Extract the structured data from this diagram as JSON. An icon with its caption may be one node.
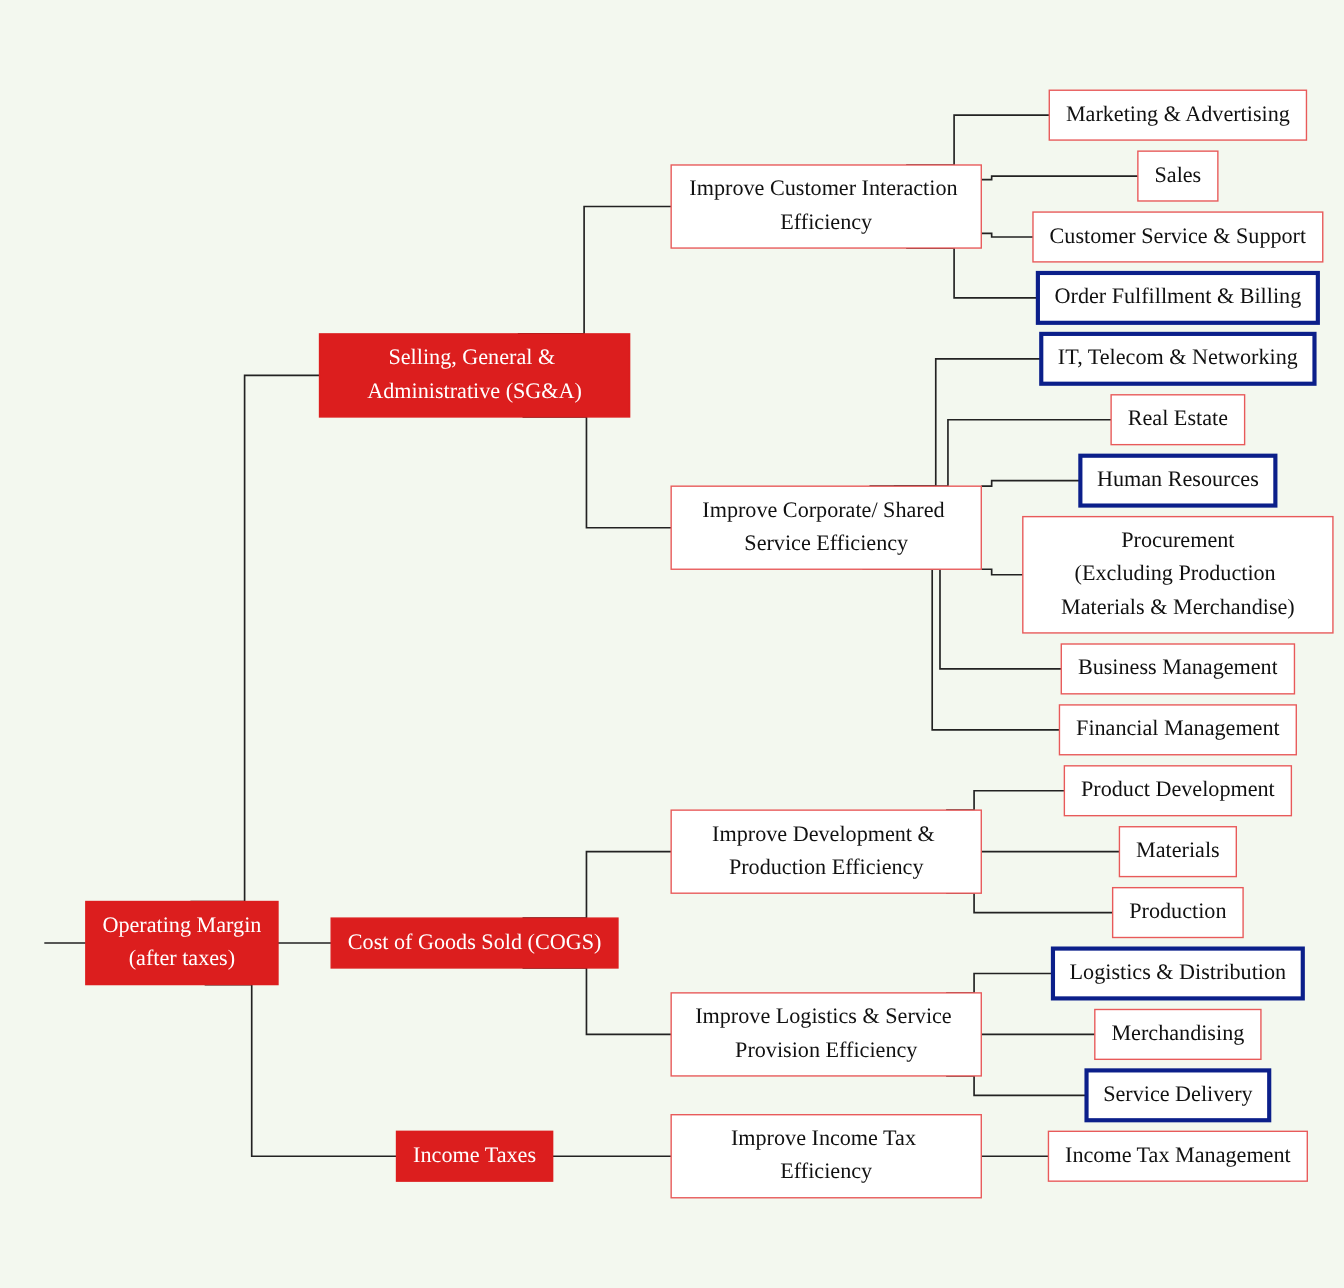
{
  "diagram": {
    "nodes": [
      {
        "text": [
          "Operating Margin",
          "(after taxes)"
        ]
      },
      {
        "text": [
          "Selling, General & Administrative (SG&A)"
        ]
      },
      {
        "text": [
          "Cost of Goods Sold (COGS)"
        ]
      },
      {
        "text": [
          "Income Taxes"
        ]
      },
      {
        "text": [
          "Improve Customer Interaction Efficiency"
        ]
      },
      {
        "text": [
          "Improve Corporate/ Shared Service Efficiency"
        ]
      },
      {
        "text": [
          "Improve Development & Production Efficiency"
        ]
      },
      {
        "text": [
          "Improve Logistics & Service Provision Efficiency"
        ]
      },
      {
        "text": [
          "Improve Income Tax Efficiency"
        ]
      },
      {
        "text": [
          "Marketing & Advertising"
        ]
      },
      {
        "text": [
          "Sales"
        ]
      },
      {
        "text": [
          "Customer Service & Support"
        ]
      },
      {
        "text": [
          "Order Fulfillment & Billing"
        ]
      },
      {
        "text": [
          "IT, Telecom & Networking"
        ]
      },
      {
        "text": [
          "Real Estate"
        ]
      },
      {
        "text": [
          "Human Resources"
        ]
      },
      {
        "text": [
          "Procurement",
          "(Excluding Production Materials & Merchandise)"
        ]
      },
      {
        "text": [
          "Business Management"
        ]
      },
      {
        "text": [
          "Financial Management"
        ]
      },
      {
        "text": [
          "Product Development"
        ]
      },
      {
        "text": [
          "Materials"
        ]
      },
      {
        "text": [
          "Production"
        ]
      },
      {
        "text": [
          "Logistics & Distribution"
        ]
      },
      {
        "text": [
          "Merchandising"
        ]
      },
      {
        "text": [
          "Service Delivery"
        ]
      },
      {
        "text": [
          "Income Tax Management"
        ]
      }
    ],
    "edges": [
      {
        "from": null,
        "to": 0,
        "arrow": "none"
      },
      {
        "from": 0,
        "to": 1,
        "arrow": "none"
      },
      {
        "from": 0,
        "to": 2,
        "arrow": "none"
      },
      {
        "from": 0,
        "to": 3,
        "arrow": "none"
      },
      {
        "from": 1,
        "to": 4,
        "arrow": "none"
      },
      {
        "from": 1,
        "to": 5,
        "arrow": "none"
      },
      {
        "from": 2,
        "to": 6,
        "arrow": "none"
      },
      {
        "from": 2,
        "to": 7,
        "arrow": "none"
      },
      {
        "from": 3,
        "to": 8,
        "arrow": "none"
      },
      {
        "from": 4,
        "to": 9,
        "arrow": "none"
      },
      {
        "from": 4,
        "to": 10,
        "arrow": "none"
      },
      {
        "from": 4,
        "to": 11,
        "arrow": "none"
      },
      {
        "from": 4,
        "to": 12,
        "arrow": "none"
      },
      {
        "from": 5,
        "to": 13,
        "arrow": "none"
      },
      {
        "from": 5,
        "to": 14,
        "arrow": "none"
      },
      {
        "from": 5,
        "to": 15,
        "arrow": "none"
      },
      {
        "from": 5,
        "to": 16,
        "arrow": "none"
      },
      {
        "from": 5,
        "to": 17,
        "arrow": "none"
      },
      {
        "from": 5,
        "to": 18,
        "arrow": "none"
      },
      {
        "from": 6,
        "to": 19,
        "arrow": "none"
      },
      {
        "from": 6,
        "to": 20,
        "arrow": "none"
      },
      {
        "from": 6,
        "to": 21,
        "arrow": "none"
      },
      {
        "from": 7,
        "to": 22,
        "arrow": "none"
      },
      {
        "from": 7,
        "to": 23,
        "arrow": "none"
      },
      {
        "from": 7,
        "to": 24,
        "arrow": "none"
      },
      {
        "from": 8,
        "to": 25,
        "arrow": "none"
      }
    ]
  }
}
